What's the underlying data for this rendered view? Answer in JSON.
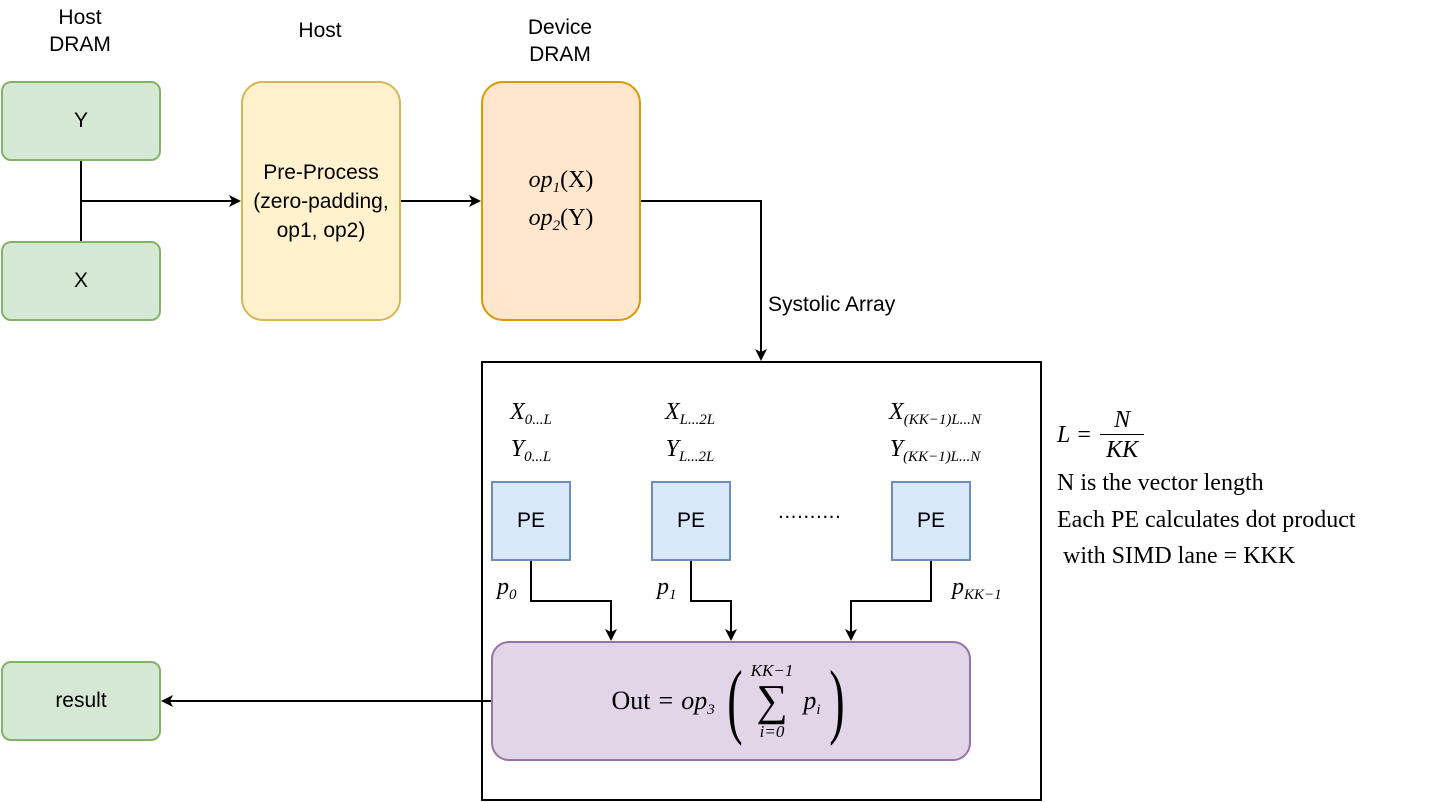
{
  "headers": {
    "host_dram": "Host\nDRAM",
    "host": "Host",
    "device_dram": "Device\nDRAM"
  },
  "boxes": {
    "y": "Y",
    "x": "X",
    "preprocess": "Pre-Process\n(zero-padding,\nop1, op2)",
    "result": "result"
  },
  "device": {
    "op1_name": "op",
    "op1_sub": "1",
    "op1_arg": "(X)",
    "op2_name": "op",
    "op2_sub": "2",
    "op2_arg": "(Y)"
  },
  "systolic_label": "Systolic Array",
  "pe_blocks": [
    {
      "label": "PE",
      "x_var": "X",
      "x_sub": "0...L",
      "y_var": "Y",
      "y_sub": "0...L",
      "p_var": "p",
      "p_sub": "0"
    },
    {
      "label": "PE",
      "x_var": "X",
      "x_sub": "L...2L",
      "y_var": "Y",
      "y_sub": "L...2L",
      "p_var": "p",
      "p_sub": "1"
    },
    {
      "label": "PE",
      "x_var": "X",
      "x_sub": "(KK−1)L...N",
      "y_var": "Y",
      "y_sub": "(KK−1)L...N",
      "p_var": "p",
      "p_sub": "KK−1"
    }
  ],
  "ellipsis": "..........",
  "output": {
    "out_text": "Out",
    "equals": "=",
    "op3_name": "op",
    "op3_sub": "3",
    "sum_symbol": "∑",
    "sum_upper": "KK−1",
    "sum_lower": "i=0",
    "term_var": "p",
    "term_sub": "i"
  },
  "notes": {
    "eq_lhs": "L =",
    "eq_num": "N",
    "eq_den": "KK",
    "line1": "N is the vector length",
    "line2": "Each PE calculates dot product",
    "line3": " with SIMD lane = KKK"
  }
}
